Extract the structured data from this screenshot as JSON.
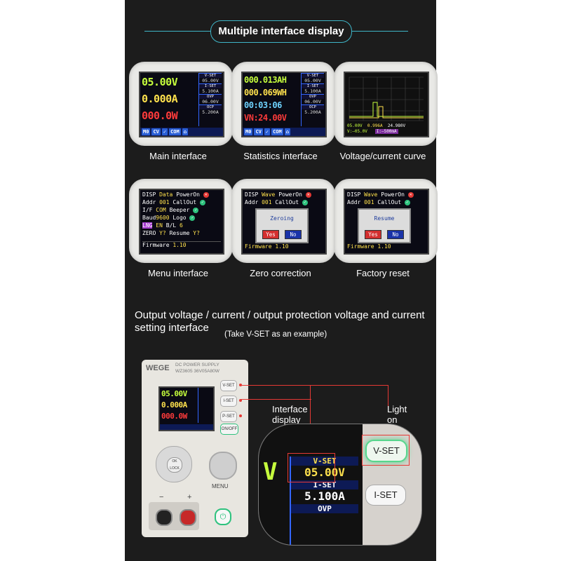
{
  "header": {
    "title": "Multiple interface display"
  },
  "tiles": {
    "main": {
      "caption": "Main interface",
      "voltage": "05.00V",
      "current": "0.000A",
      "power": "000.0W",
      "side": [
        [
          "V-SET",
          "05.00V"
        ],
        [
          "I-SET",
          "5.100A"
        ],
        [
          "OVP",
          "06.00V"
        ],
        [
          "OCP",
          "5.200A"
        ]
      ],
      "bar": [
        "M0",
        "CV",
        "✓",
        "COM",
        "⌂"
      ]
    },
    "stats": {
      "caption": "Statistics interface",
      "ah": "000.013AH",
      "wh": "000.069WH",
      "time": "00:03:06",
      "vn": "VN:24.00V",
      "side": [
        [
          "V-SET",
          "05.00V"
        ],
        [
          "I-SET",
          "5.100A"
        ],
        [
          "OVP",
          "06.00V"
        ],
        [
          "OCP",
          "5.200A"
        ]
      ],
      "bar": [
        "M0",
        "CV",
        "✓",
        "COM",
        "⌂"
      ]
    },
    "curve": {
      "caption": "Voltage/current curve",
      "bottom": [
        "05.00V",
        "0.996A",
        "24.980V"
      ],
      "bottom2": [
        "V:—05.0V",
        "I:—500mA"
      ]
    },
    "menu": {
      "caption": "Menu interface",
      "rows": [
        [
          "DISP",
          "Data",
          "PowerOn"
        ],
        [
          "Addr",
          "001",
          "CallOut"
        ],
        [
          "I/F",
          "COM",
          "Beeper"
        ],
        [
          "Baud",
          "9600",
          "Logo"
        ],
        [
          "LNG",
          "EN",
          "B/L"
        ],
        [
          "ZERO",
          "Y?",
          "Resume"
        ]
      ],
      "bl_value": "6",
      "resume_value": "Y?",
      "firmware_label": "Firmware",
      "firmware_value": "1.10"
    },
    "zero": {
      "caption": "Zero correction",
      "row1": [
        "DISP",
        "Wave",
        "PowerOn"
      ],
      "row2": [
        "Addr",
        "001",
        "CallOut"
      ],
      "dialog": "Zeroing",
      "yes": "Yes",
      "no": "No",
      "firmware": "Firmware 1.10"
    },
    "factory": {
      "caption": "Factory reset",
      "row1": [
        "DISP",
        "Wave",
        "PowerOn"
      ],
      "row2": [
        "Addr",
        "001",
        "CallOut"
      ],
      "dialog": "Resume",
      "yes": "Yes",
      "no": "No",
      "firmware": "Firmware 1.10"
    }
  },
  "section": {
    "line1": "Output voltage / current / output protection voltage and current",
    "line2": "setting interface",
    "note": "(Take V-SET as an example)"
  },
  "device": {
    "brand": "WEGE",
    "model1": "DC POWER SUPPLY",
    "model2": "WZ3605  36V05A80W",
    "voltage": "05.00V",
    "current": "0.000A",
    "power": "000.0W",
    "buttons": [
      "V-SET",
      "I-SET",
      "P-SET"
    ],
    "onoff": "ON/OFF",
    "ok_lock": "OK LOCK",
    "menu": "MENU",
    "minus": "−",
    "plus": "+"
  },
  "callouts": {
    "interface_display": "Interface\ndisplay",
    "light_on": "Light\non"
  },
  "zoom": {
    "vset_label": "V-SET",
    "vset_value": "05.00V",
    "iset_label": "I-SET",
    "iset_value": "5.100A",
    "ovp_label": "OVP",
    "big_v": "V",
    "button1": "V-SET",
    "button2": "I-SET"
  }
}
